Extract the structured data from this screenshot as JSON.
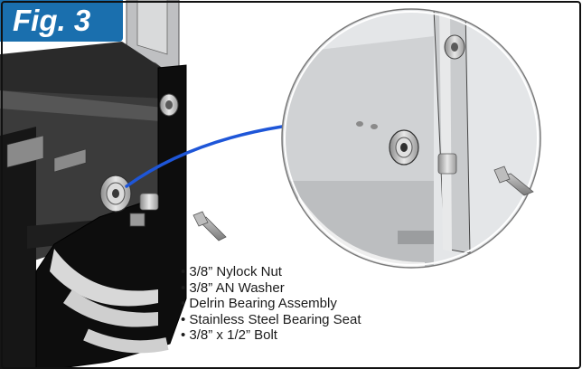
{
  "figure": {
    "title": "Fig. 3",
    "parts": [
      "3/8” Nylock Nut",
      "3/8” AN Washer",
      "Delrin Bearing Assembly",
      "Stainless Steel Bearing Seat",
      "3/8” x 1/2” Bolt"
    ]
  },
  "colors": {
    "title_background": "#1a6fae",
    "leader_line": "#1e56d8",
    "plate": "#111111",
    "frame": "#111111"
  }
}
